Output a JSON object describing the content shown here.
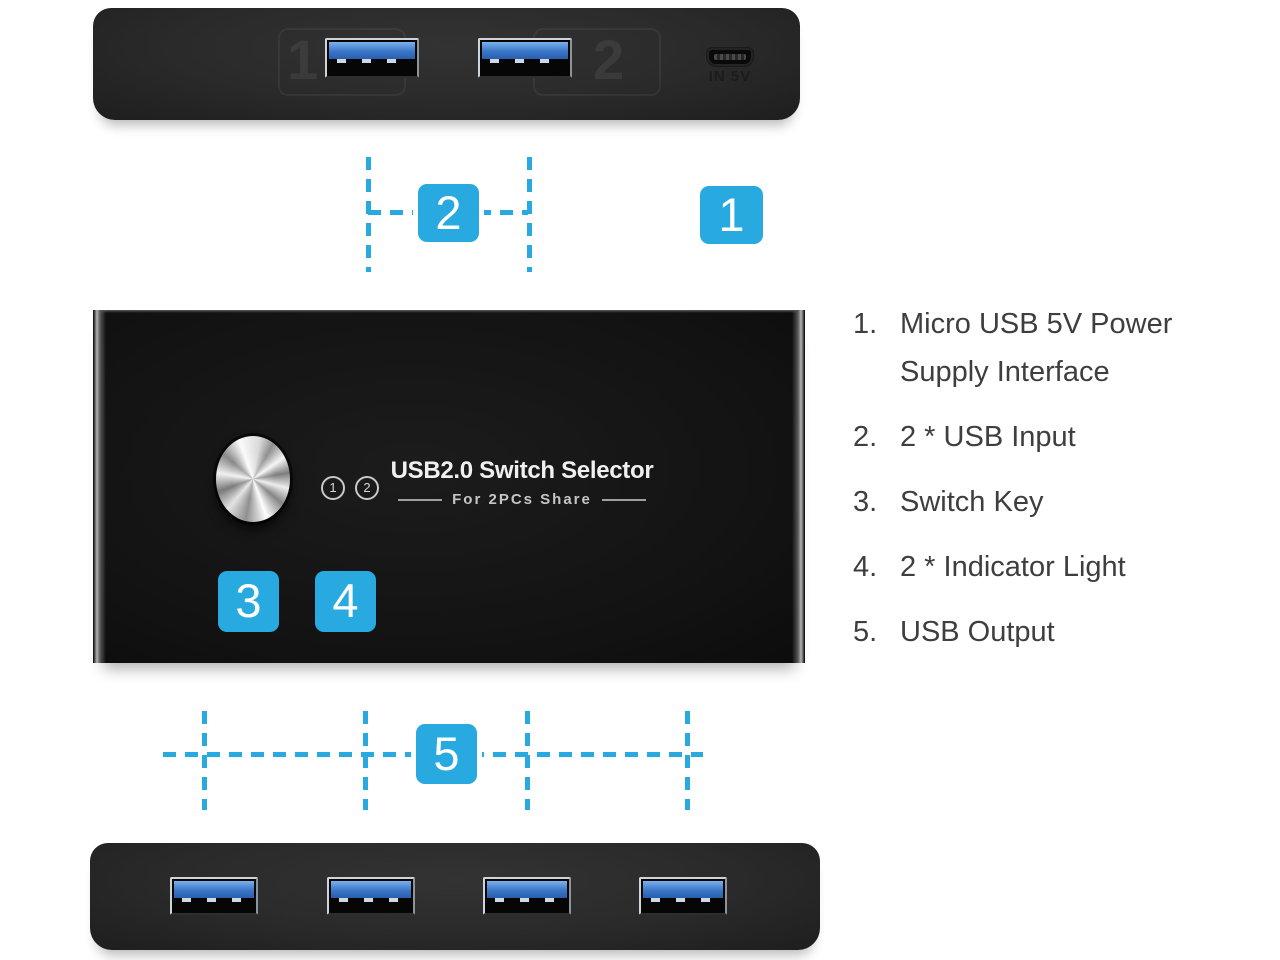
{
  "colors": {
    "accent": "#28A9E0"
  },
  "front": {
    "title": "USB2.0 Switch Selector",
    "subtitle": "For 2PCs Share",
    "indicator_1": "1",
    "indicator_2": "2"
  },
  "rear": {
    "engraved_port_1": "1",
    "engraved_port_2": "2",
    "power_port_label": "IN 5V"
  },
  "callouts": {
    "b1": "1",
    "b2": "2",
    "b3": "3",
    "b4": "4",
    "b5": "5"
  },
  "legend": {
    "items": [
      {
        "num": "1.",
        "line1": "Micro USB 5V Power",
        "line2": "Supply Interface"
      },
      {
        "num": "2.",
        "line1": "2 * USB Input",
        "line2": ""
      },
      {
        "num": "3.",
        "line1": "Switch Key",
        "line2": ""
      },
      {
        "num": "4.",
        "line1": "2 * Indicator Light",
        "line2": ""
      },
      {
        "num": "5.",
        "line1": "USB Output",
        "line2": ""
      }
    ]
  }
}
